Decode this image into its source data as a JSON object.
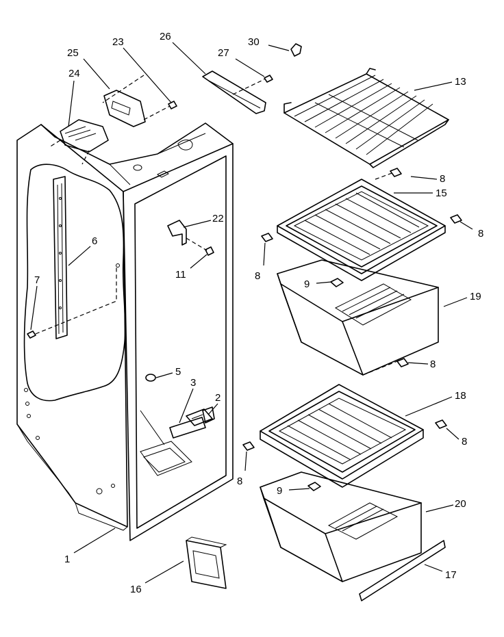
{
  "diagram": {
    "callouts": [
      {
        "id": "c30",
        "label": "30"
      },
      {
        "id": "c26",
        "label": "26"
      },
      {
        "id": "c27",
        "label": "27"
      },
      {
        "id": "c23",
        "label": "23"
      },
      {
        "id": "c25",
        "label": "25"
      },
      {
        "id": "c24",
        "label": "24"
      },
      {
        "id": "c13",
        "label": "13"
      },
      {
        "id": "c8a",
        "label": "8"
      },
      {
        "id": "c15",
        "label": "15"
      },
      {
        "id": "c8b",
        "label": "8"
      },
      {
        "id": "c22",
        "label": "22"
      },
      {
        "id": "c6",
        "label": "6"
      },
      {
        "id": "c11",
        "label": "11"
      },
      {
        "id": "c8c",
        "label": "8"
      },
      {
        "id": "c7",
        "label": "7"
      },
      {
        "id": "c9a",
        "label": "9"
      },
      {
        "id": "c19",
        "label": "19"
      },
      {
        "id": "c8d",
        "label": "8"
      },
      {
        "id": "c5",
        "label": "5"
      },
      {
        "id": "c3",
        "label": "3"
      },
      {
        "id": "c2",
        "label": "2"
      },
      {
        "id": "c18",
        "label": "18"
      },
      {
        "id": "c8e",
        "label": "8"
      },
      {
        "id": "c8f",
        "label": "8"
      },
      {
        "id": "c9b",
        "label": "9"
      },
      {
        "id": "c20",
        "label": "20"
      },
      {
        "id": "c1",
        "label": "1"
      },
      {
        "id": "c17",
        "label": "17"
      },
      {
        "id": "c16",
        "label": "16"
      }
    ]
  }
}
